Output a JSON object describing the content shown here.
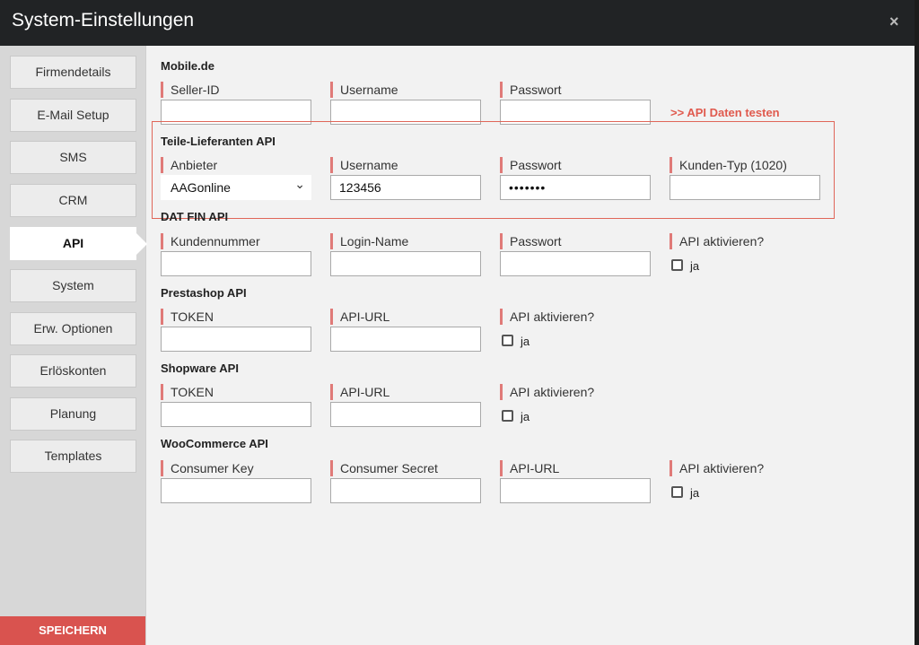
{
  "window": {
    "title": "System-Einstellungen",
    "close_glyph": "×"
  },
  "sidebar": {
    "items": [
      {
        "label": "Firmendetails"
      },
      {
        "label": "E-Mail Setup"
      },
      {
        "label": "SMS"
      },
      {
        "label": "CRM"
      },
      {
        "label": "API",
        "active": true
      },
      {
        "label": "System"
      },
      {
        "label": "Erw. Optionen"
      },
      {
        "label": "Erlöskonten"
      },
      {
        "label": "Planung"
      },
      {
        "label": "Templates"
      }
    ],
    "save_label": "SPEICHERN"
  },
  "mobile": {
    "title": "Mobile.de",
    "labels": [
      "Seller-ID",
      "Username",
      "Passwort"
    ],
    "values": [
      "",
      "",
      ""
    ],
    "test_link": ">> API Daten testen"
  },
  "teile": {
    "title": "Teile-Lieferanten API",
    "labels": [
      "Anbieter",
      "Username",
      "Passwort",
      "Kunden-Typ (1020)"
    ],
    "anbieter_selected": "AAGonline",
    "username": "123456",
    "password_masked": "•••••••",
    "kunden_typ": ""
  },
  "dat": {
    "title": "DAT FIN API",
    "labels": [
      "Kundennummer",
      "Login-Name",
      "Passwort",
      "API aktivieren?"
    ],
    "checkbox_label": "ja",
    "checked": false
  },
  "presta": {
    "title": "Prestashop API",
    "labels": [
      "TOKEN",
      "API-URL",
      "API aktivieren?"
    ],
    "checkbox_label": "ja",
    "checked": false
  },
  "shopware": {
    "title": "Shopware API",
    "labels": [
      "TOKEN",
      "API-URL",
      "API aktivieren?"
    ],
    "checkbox_label": "ja",
    "checked": false
  },
  "woo": {
    "title": "WooCommerce API",
    "labels": [
      "Consumer Key",
      "Consumer Secret",
      "API-URL",
      "API aktivieren?"
    ],
    "checkbox_label": "ja",
    "checked": false
  },
  "colors": {
    "accent": "#d9534f",
    "label_bar": "#e07a78",
    "titlebar": "#212325"
  }
}
